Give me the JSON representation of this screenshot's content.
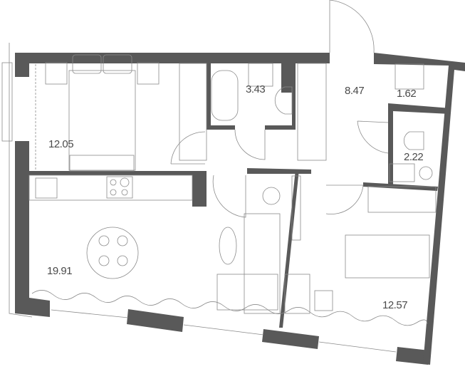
{
  "plan": {
    "wall_color": "#595959",
    "rooms": [
      {
        "name": "bedroom",
        "area": "12.05"
      },
      {
        "name": "bathroom",
        "area": "3.43"
      },
      {
        "name": "hall",
        "area": "8.47"
      },
      {
        "name": "wardrobe",
        "area": "1.62"
      },
      {
        "name": "toilet",
        "area": "2.22"
      },
      {
        "name": "kitchen-living",
        "area": "19.91"
      },
      {
        "name": "bedroom-2",
        "area": "12.57"
      }
    ]
  }
}
